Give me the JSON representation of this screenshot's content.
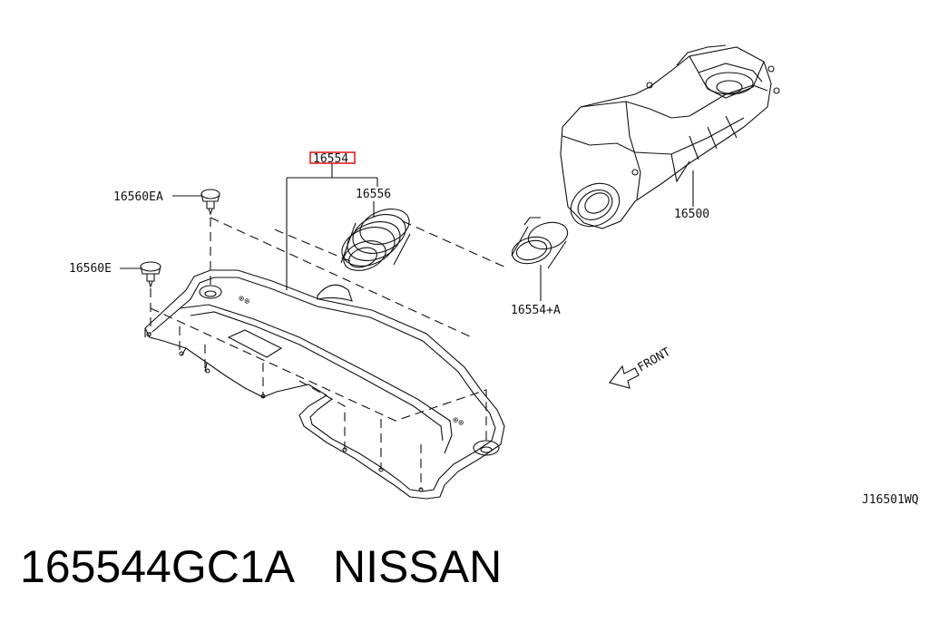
{
  "diagram": {
    "labels": {
      "highlighted_part": "16554",
      "duct_hose": "16556",
      "clip_ea": "16560EA",
      "clip_e": "16560E",
      "air_cleaner": "16500",
      "duct_a": "16554+A",
      "front": "FRONT",
      "drawing_code": "J16501WQ"
    },
    "highlight_color": "#e02020"
  },
  "caption": {
    "part_number": "165544GC1A",
    "brand": "NISSAN"
  }
}
